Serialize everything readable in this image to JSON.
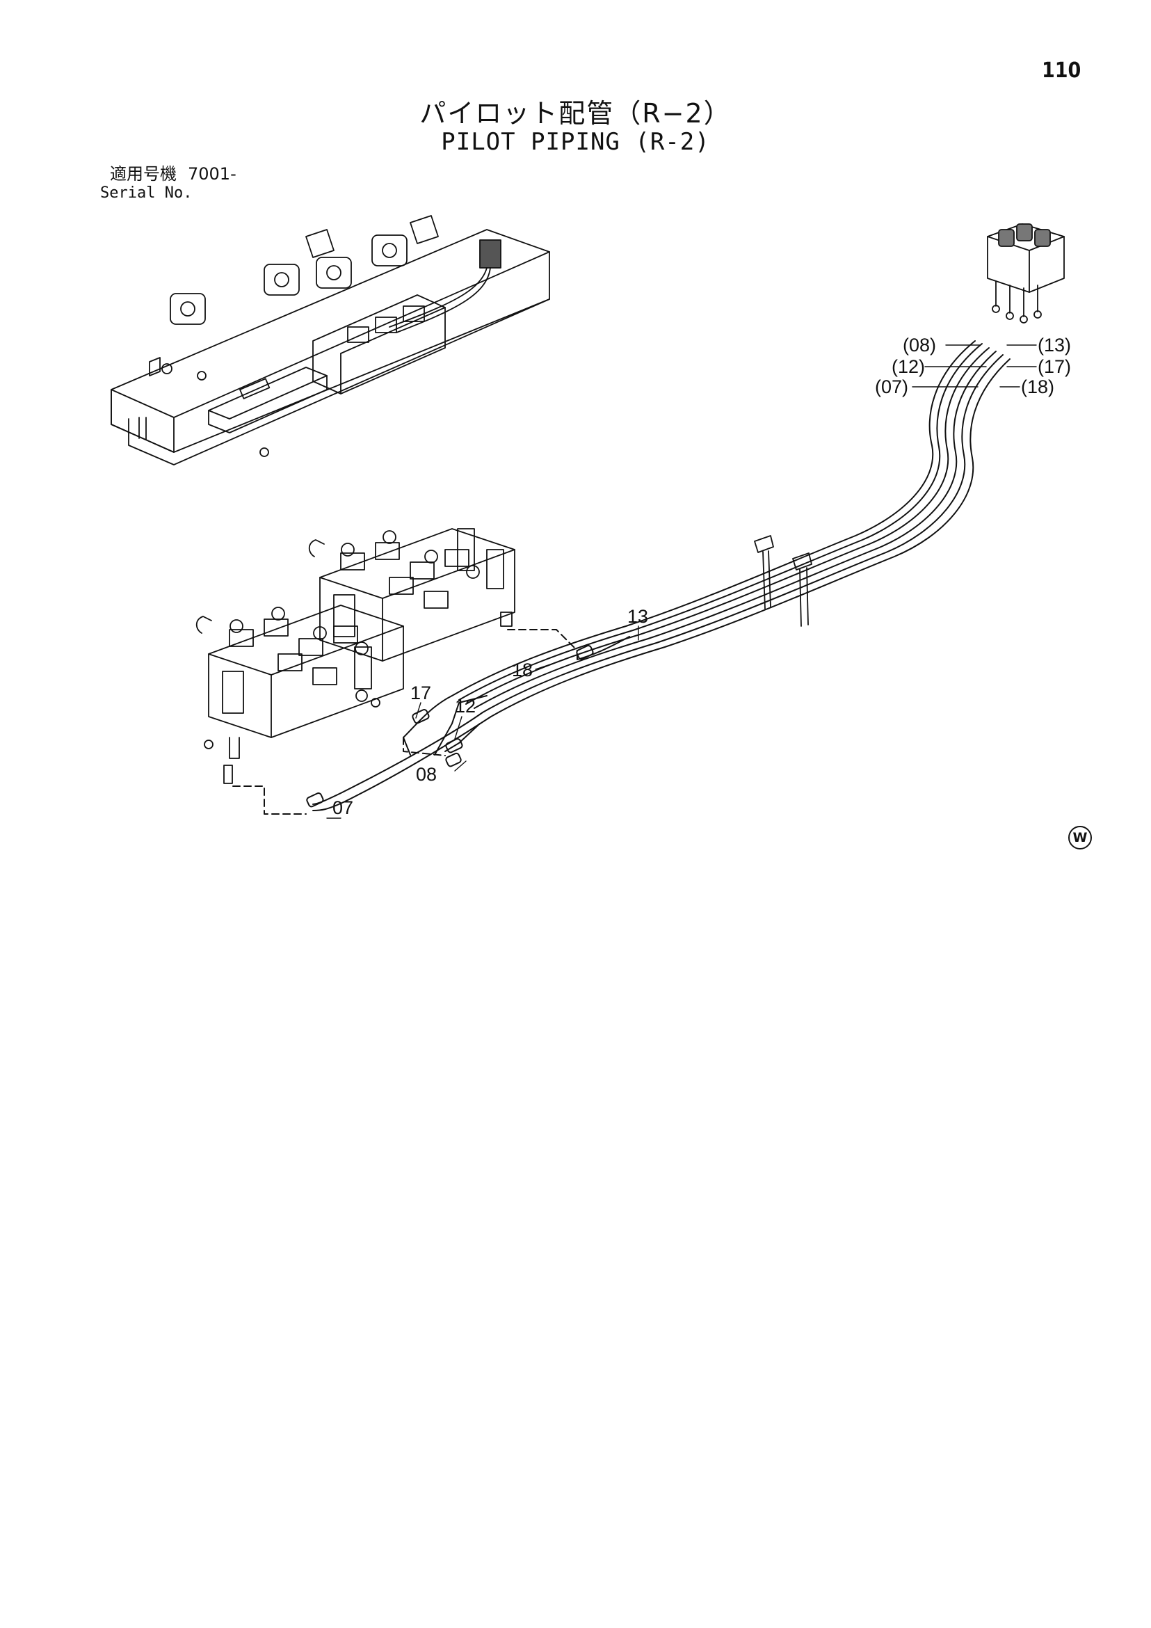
{
  "page": {
    "number": "110",
    "title_jp": "パイロット配管（R−2）",
    "title_en": "PILOT PIPING (R-2)",
    "serial_label_jp": "適用号機",
    "serial_value": "7001-",
    "serial_label_en": "Serial No."
  },
  "callouts": {
    "c08_paren": "(08)",
    "c12_paren": "(12)",
    "c07_paren": "(07)",
    "c13_paren": "(13)",
    "c17_paren": "(17)",
    "c18_paren": "(18)",
    "c13": "13",
    "c18": "18",
    "c17": "17",
    "c12": "12",
    "c08": "08",
    "c07": "07"
  },
  "mark": "W"
}
